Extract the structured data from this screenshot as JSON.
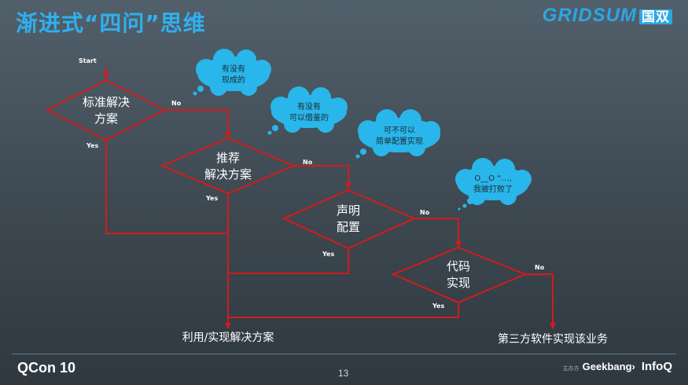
{
  "slide": {
    "title": "渐进式“四问”思维",
    "page_number": "13"
  },
  "brand": {
    "logo_text": "GRIDSUM",
    "logo_cn": "国双",
    "accent": "#2fb0f0",
    "line_color": "#d61a1a",
    "bubble_color": "#29b6ea"
  },
  "flow": {
    "start": "Start",
    "decisions": [
      {
        "line1": "标准解决",
        "line2": "方案"
      },
      {
        "line1": "推荐",
        "line2": "解决方案"
      },
      {
        "line1": "声明",
        "line2": "配置"
      },
      {
        "line1": "代码",
        "line2": "实现"
      }
    ],
    "yes": "Yes",
    "no": "No",
    "bubbles": [
      {
        "line1": "有没有",
        "line2": "现成的"
      },
      {
        "line1": "有没有",
        "line2": "可以借鉴的"
      },
      {
        "line1": "可不可以",
        "line2": "简单配置实现"
      },
      {
        "line1": "O__O “…,",
        "line2": "我被打败了"
      }
    ],
    "outcome_left": "利用/实现解决方案",
    "outcome_right": "第三方软件实现该业务"
  },
  "footer": {
    "qcon": "QCon 10",
    "sponsor_label": "主办方",
    "geekbang": "Geekbang›",
    "infoq": "InfoQ"
  }
}
